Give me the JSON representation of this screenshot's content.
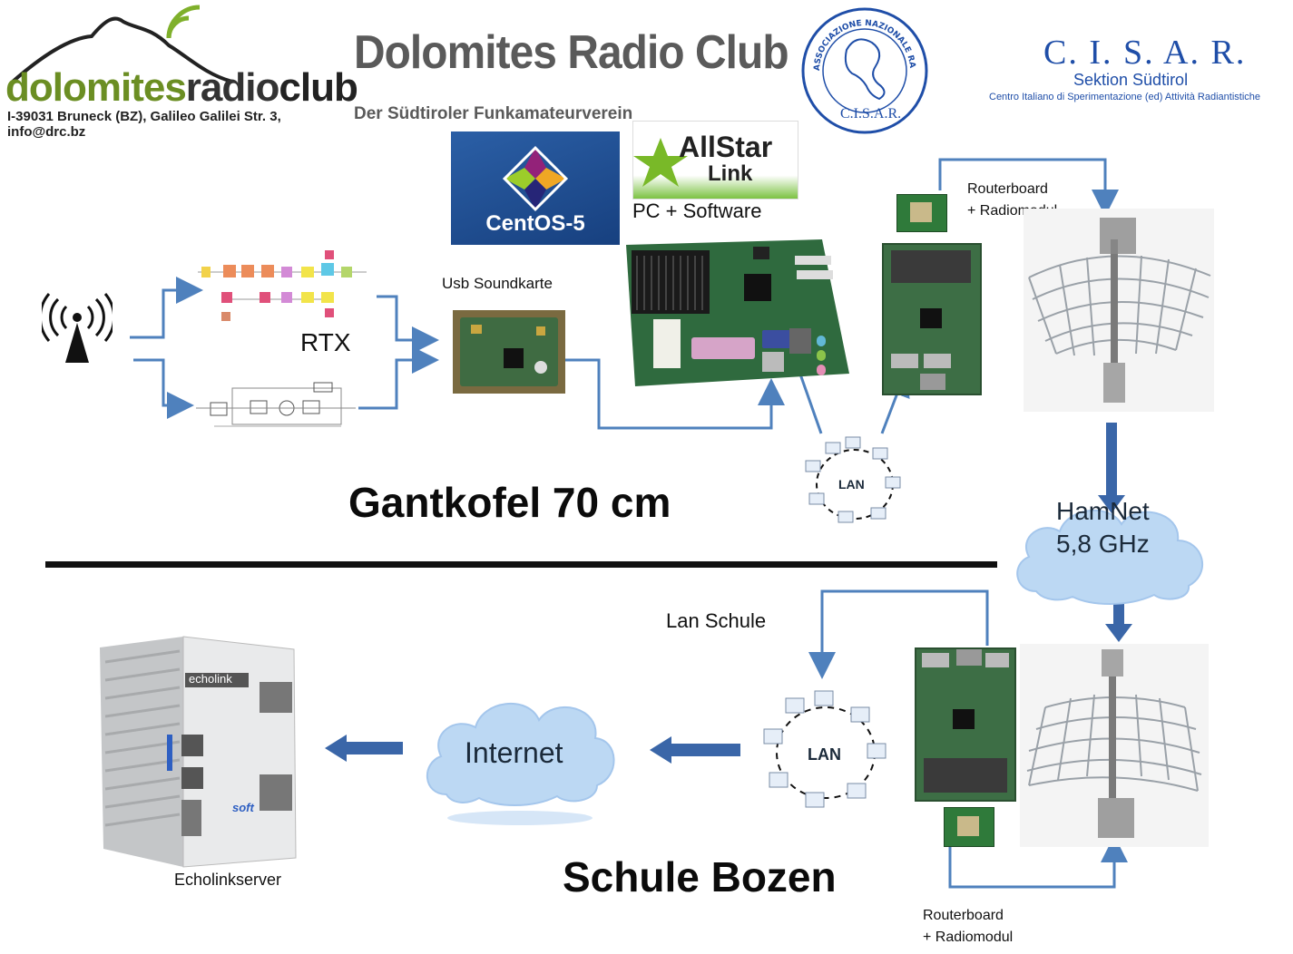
{
  "logos": {
    "drc_word_green": "dolomites",
    "drc_word_mid": "radio",
    "drc_word_dark": "club",
    "drc_address": "I-39031 Bruneck (BZ), Galileo Galilei Str. 3, info@drc.bz",
    "club_title": "Dolomites Radio Club",
    "club_subtitle": "Der Südtiroler Funkamateurverein",
    "ari_ring_text": "ASSOCIAZIONE NAZIONALE RADIOAMATORI",
    "ari_bottom_text": "C.I.S.A.R.",
    "cisar_title": "C. I. S. A. R.",
    "cisar_section": "Sektion Südtirol",
    "cisar_full": "Centro Italiano di Sperimentazione (ed) Attività Radiantistiche",
    "centos": "CentOS-5",
    "allstar_1": "AllStar",
    "allstar_2": "Link",
    "echolink_brand": "echolink",
    "softing_brand": "soft"
  },
  "labels": {
    "pc_software": "PC + Software",
    "usb_soundcard": "Usb Soundkarte",
    "rtx": "RTX",
    "routerboard_top_1": "Routerboard",
    "routerboard_top_2": "+ Radiomodul",
    "lan_top": "LAN",
    "hamnet_1": "HamNet",
    "hamnet_2": "5,8 GHz",
    "gantkofel": "Gantkofel 70 cm",
    "lan_schule": "Lan Schule",
    "lan_bottom": "LAN",
    "internet": "Internet",
    "echolinkserver": "Echolinkserver",
    "schule_bozen": "Schule Bozen",
    "routerboard_bottom_1": "Routerboard",
    "routerboard_bottom_2": "+ Radiomodul"
  },
  "colors": {
    "arrow": "#4f81bd",
    "arrow_dark": "#3a66a8",
    "board_green": "#2f6b3a",
    "cloud": "#bcd8f3",
    "divider": "#111111"
  }
}
